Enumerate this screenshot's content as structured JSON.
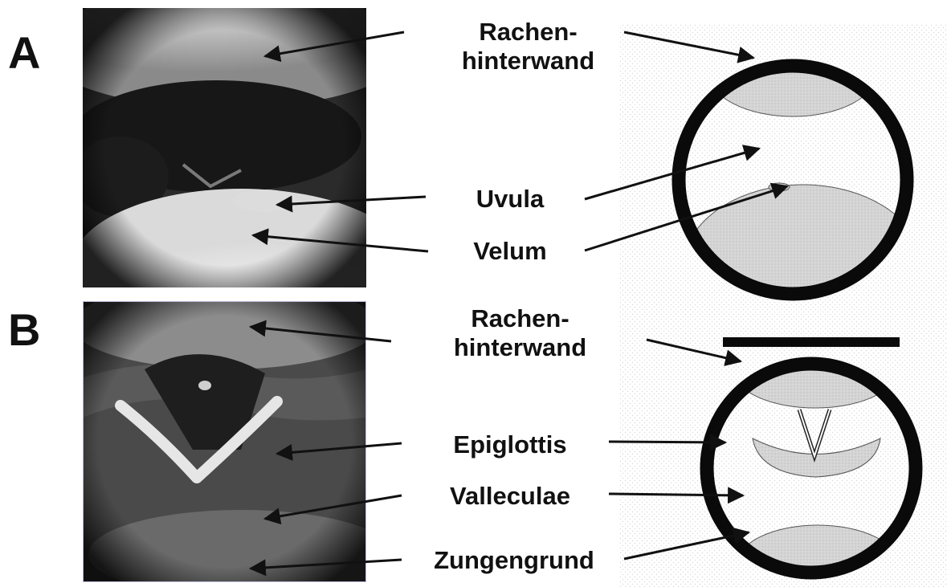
{
  "panels": {
    "a": {
      "letter": "A",
      "labels": {
        "rachen_line1": "Rachen-",
        "rachen_line2": "hinterwand",
        "uvula": "Uvula",
        "velum": "Velum"
      }
    },
    "b": {
      "letter": "B",
      "labels": {
        "rachen_line1": "Rachen-",
        "rachen_line2": "hinterwand",
        "epiglottis": "Epiglottis",
        "valleculae": "Valleculae",
        "zungengrund": "Zungengrund"
      }
    }
  },
  "colors": {
    "ink": "#111111",
    "tissue_fill": "#d2d2d2",
    "photo_dark": "#1e1e1e",
    "photo_light": "#f2f2f2"
  }
}
